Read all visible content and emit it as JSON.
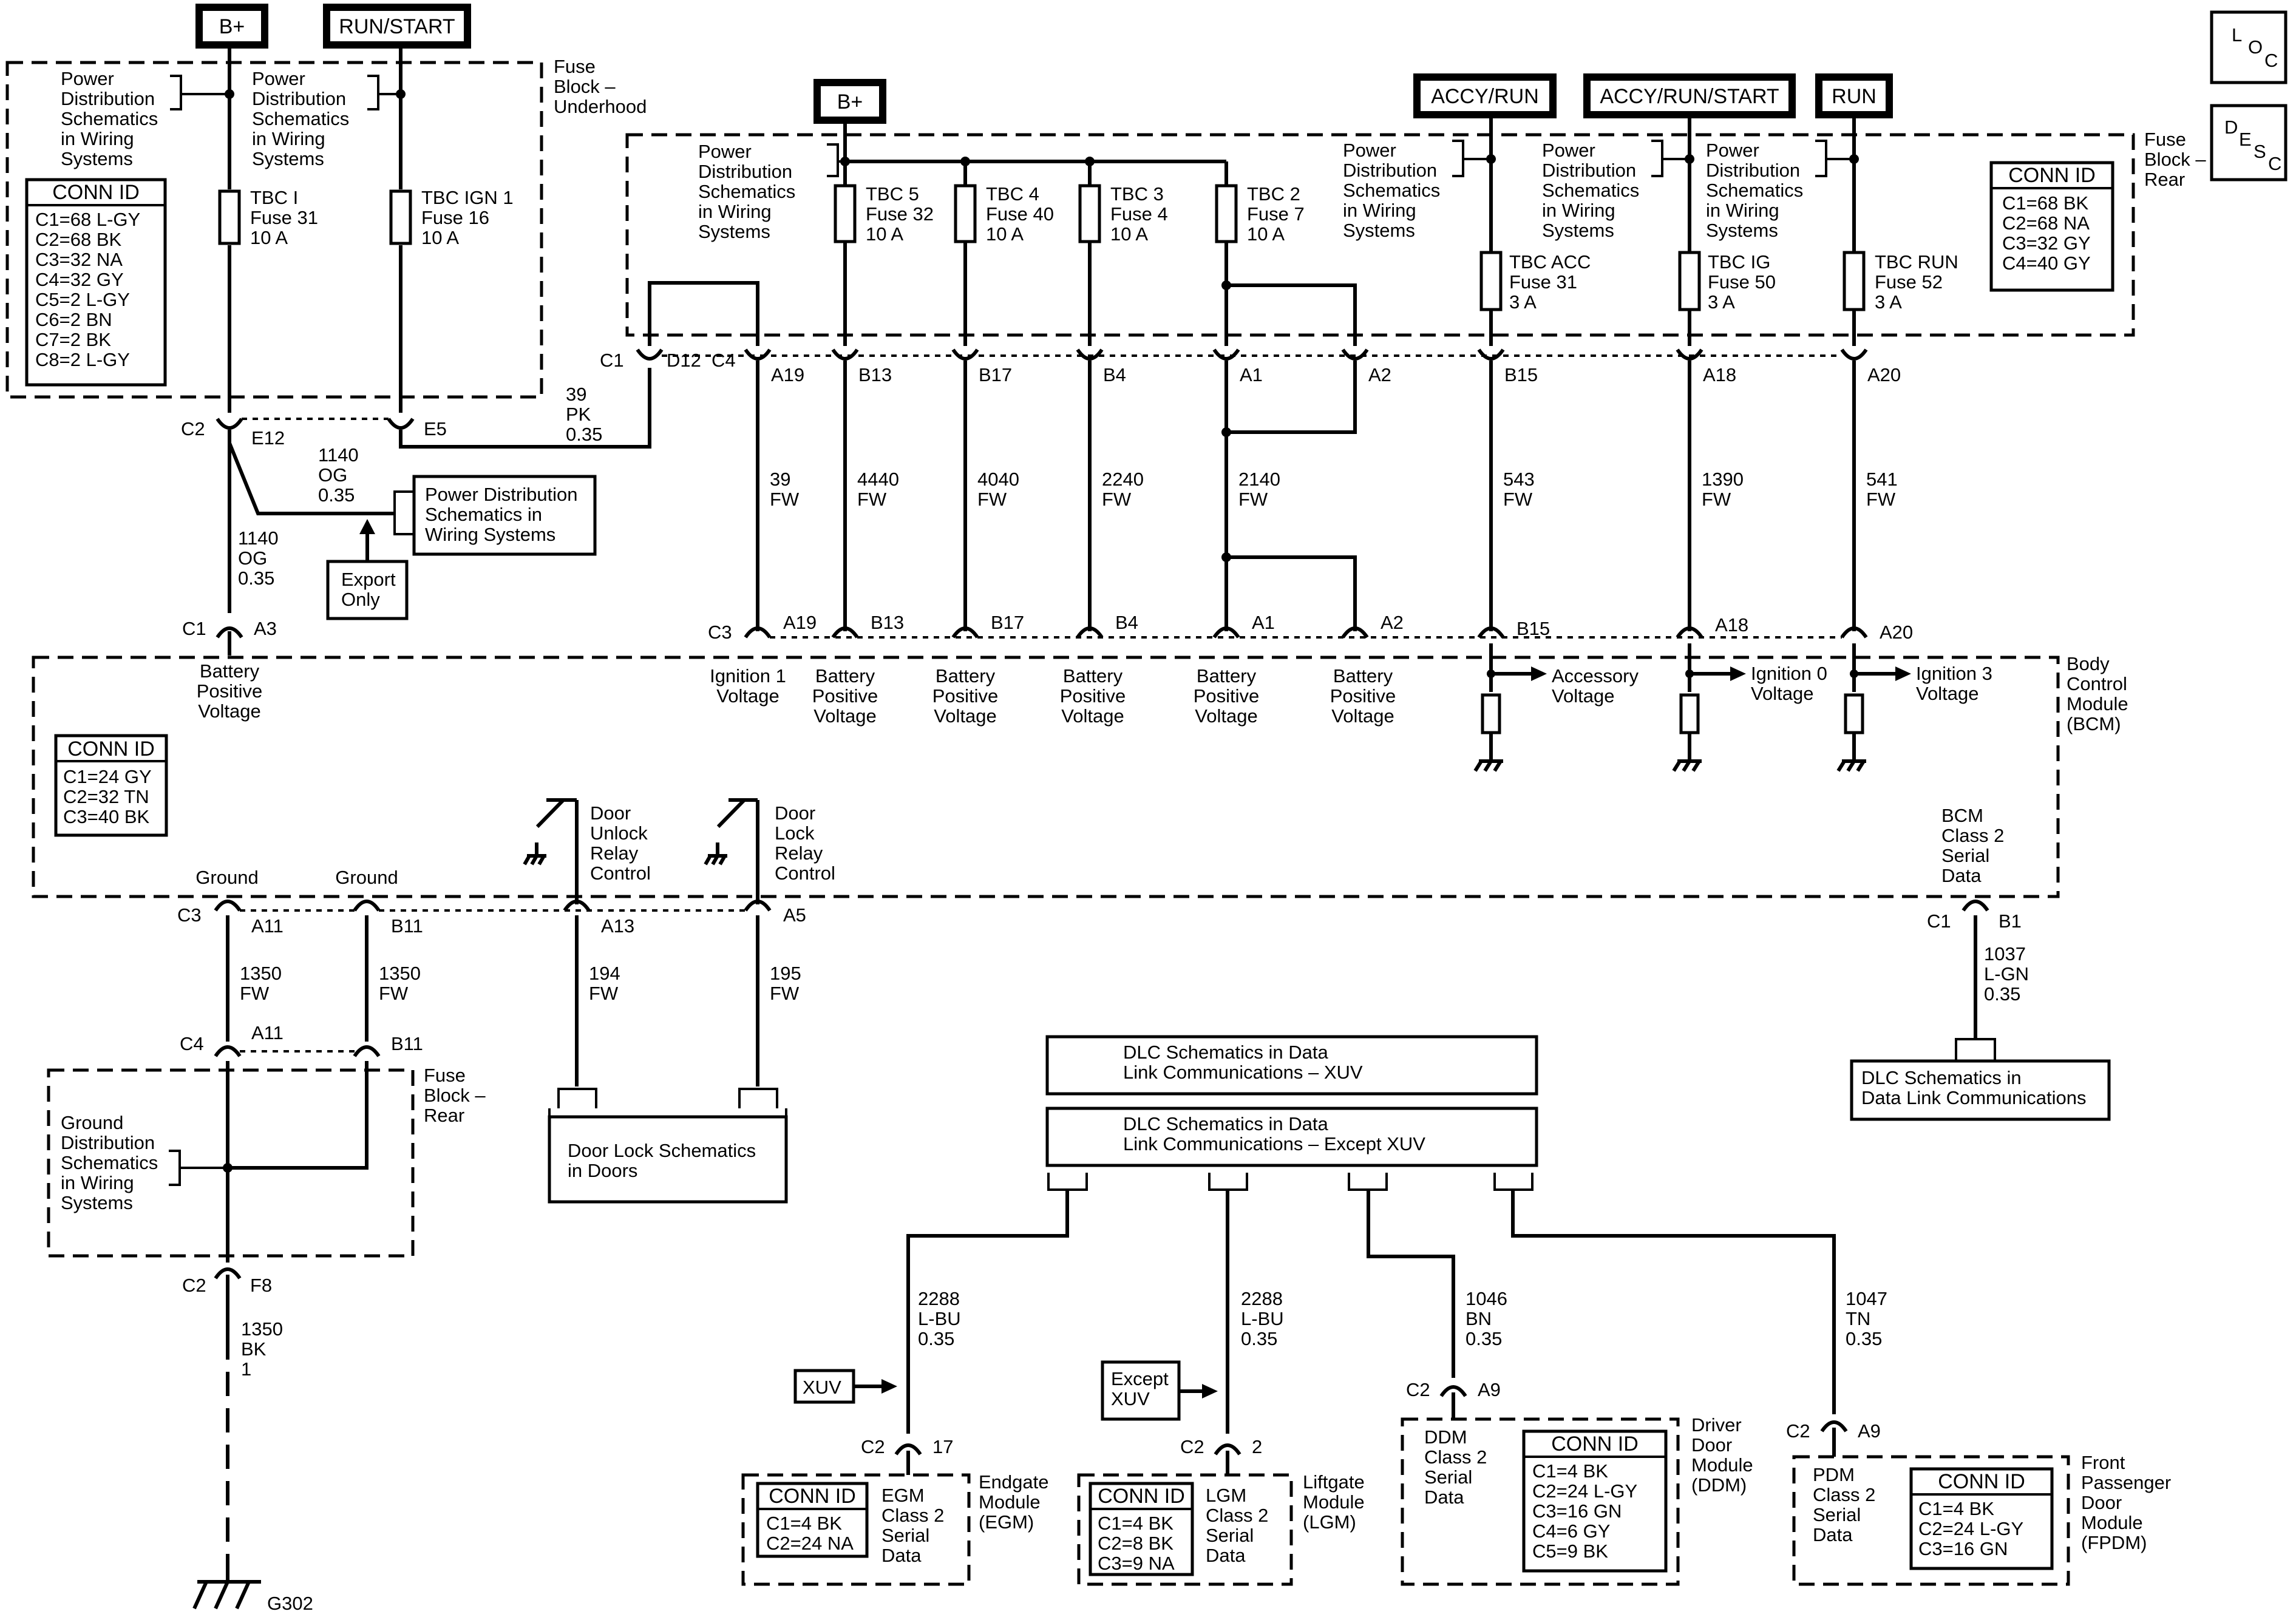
{
  "sources": {
    "b_plus_left": "B+",
    "run_start": "RUN/START",
    "b_plus_center": "B+",
    "accy_run": "ACCY/RUN",
    "accy_run_start": "ACCY/RUN/START",
    "run": "RUN"
  },
  "legend": {
    "loc_letters": [
      "L",
      "O",
      "C"
    ],
    "desc_letters": [
      "D",
      "E",
      "S",
      "C"
    ]
  },
  "fuse_block_underhood": {
    "title": [
      "Fuse",
      "Block –",
      "Underhood"
    ],
    "pd_ref_1": [
      "Power",
      "Distribution",
      "Schematics",
      "in Wiring",
      "Systems"
    ],
    "pd_ref_2": [
      "Power",
      "Distribution",
      "Schematics",
      "in Wiring",
      "Systems"
    ],
    "fuse_1": [
      "TBC I",
      "Fuse 31",
      "10 A"
    ],
    "fuse_2": [
      "TBC IGN 1",
      "Fuse 16",
      "10 A"
    ],
    "conn_title": "CONN ID",
    "conn_rows": [
      "C1=68 L-GY",
      "C2=68 BK",
      "C3=32 NA",
      "C4=32 GY",
      "C5=2 L-GY",
      "C6=2 BN",
      "C7=2 BK",
      "C8=2 L-GY"
    ]
  },
  "fuse_block_rear": {
    "title": [
      "Fuse",
      "Block –",
      "Rear"
    ],
    "pd_ref_a": [
      "Power",
      "Distribution",
      "Schematics",
      "in Wiring",
      "Systems"
    ],
    "pd_ref_b": [
      "Power",
      "Distribution",
      "Schematics",
      "in Wiring",
      "Systems"
    ],
    "pd_ref_c": [
      "Power",
      "Distribution",
      "Schematics",
      "in Wiring",
      "Systems"
    ],
    "pd_ref_d": [
      "Power",
      "Distribution",
      "Schematics",
      "in Wiring",
      "Systems"
    ],
    "fuses": [
      [
        "TBC 5",
        "Fuse 32",
        "10 A"
      ],
      [
        "TBC 4",
        "Fuse 40",
        "10 A"
      ],
      [
        "TBC 3",
        "Fuse 4",
        "10 A"
      ],
      [
        "TBC 2",
        "Fuse 7",
        "10 A"
      ],
      [
        "TBC ACC",
        "Fuse 31",
        "3 A"
      ],
      [
        "TBC IG",
        "Fuse 50",
        "3 A"
      ],
      [
        "TBC RUN",
        "Fuse 52",
        "3 A"
      ]
    ],
    "conn_title": "CONN ID",
    "conn_rows": [
      "C1=68 BK",
      "C2=68 NA",
      "C3=32 GY",
      "C4=40 GY"
    ]
  },
  "connectors_top": {
    "c2": "C2",
    "e12": "E12",
    "e5": "E5",
    "c1": "C1",
    "d12": "D12",
    "c4": "C4",
    "pins": [
      "A19",
      "B13",
      "B17",
      "B4",
      "A1",
      "A2",
      "B15",
      "A18",
      "A20"
    ]
  },
  "wires_mid": {
    "w39pk": [
      "39",
      "PK",
      "0.35"
    ],
    "w1140a": [
      "1140",
      "OG",
      "0.35"
    ],
    "w1140b": [
      "1140",
      "OG",
      "0.35"
    ],
    "circuits": [
      [
        "39",
        "FW"
      ],
      [
        "4440",
        "FW"
      ],
      [
        "4040",
        "FW"
      ],
      [
        "2240",
        "FW"
      ],
      [
        "2140",
        "FW"
      ],
      [
        "543",
        "FW"
      ],
      [
        "1390",
        "FW"
      ],
      [
        "541",
        "FW"
      ]
    ]
  },
  "pd_box_mid": [
    "Power Distribution",
    "Schematics in",
    "Wiring Systems"
  ],
  "export_only": [
    "Export",
    "Only"
  ],
  "bcm_top": {
    "c1": "C1",
    "a3": "A3",
    "c3": "C3",
    "pins": [
      "A19",
      "B13",
      "B17",
      "B4",
      "A1",
      "A2",
      "B15",
      "A18",
      "A20"
    ],
    "battery_pos": [
      "Battery",
      "Positive",
      "Voltage"
    ],
    "inputs": [
      [
        "Ignition 1",
        "Voltage"
      ],
      [
        "Battery",
        "Positive",
        "Voltage"
      ],
      [
        "Battery",
        "Positive",
        "Voltage"
      ],
      [
        "Battery",
        "Positive",
        "Voltage"
      ],
      [
        "Battery",
        "Positive",
        "Voltage"
      ],
      [
        "Battery",
        "Positive",
        "Voltage"
      ]
    ],
    "accessory": [
      "Accessory",
      "Voltage"
    ],
    "ignition0": [
      "Ignition 0",
      "Voltage"
    ],
    "ignition3": [
      "Ignition 3",
      "Voltage"
    ]
  },
  "bcm": {
    "title": [
      "Body",
      "Control",
      "Module",
      "(BCM)"
    ],
    "conn_title": "CONN ID",
    "conn_rows": [
      "C1=24 GY",
      "C2=32 TN",
      "C3=40 BK"
    ],
    "ground1": "Ground",
    "ground2": "Ground",
    "unlock": [
      "Door",
      "Unlock",
      "Relay",
      "Control"
    ],
    "lock": [
      "Door",
      "Lock",
      "Relay",
      "Control"
    ],
    "class2": [
      "BCM",
      "Class 2",
      "Serial",
      "Data"
    ]
  },
  "bcm_bottom": {
    "c3": "C3",
    "a11": "A11",
    "b11": "B11",
    "a13": "A13",
    "a5": "A5",
    "c1": "C1",
    "b1": "B1",
    "w1350a": [
      "1350",
      "FW"
    ],
    "w1350b": [
      "1350",
      "FW"
    ],
    "w194": [
      "194",
      "FW"
    ],
    "w195": [
      "195",
      "FW"
    ],
    "w1037": [
      "1037",
      "L-GN",
      "0.35"
    ]
  },
  "rear_fuse": {
    "c4": "C4",
    "a11": "A11",
    "b11": "B11",
    "title": [
      "Fuse",
      "Block –",
      "Rear"
    ],
    "gd_ref": [
      "Ground",
      "Distribution",
      "Schematics",
      "in Wiring",
      "Systems"
    ],
    "c2": "C2",
    "f8": "F8",
    "w1350": [
      "1350",
      "BK",
      "1"
    ],
    "ground": "G302"
  },
  "door_lock_box": [
    "Door Lock Schematics",
    "in Doors"
  ],
  "dlc_bcm_box": [
    "DLC Schematics in",
    "Data Link Communications"
  ],
  "dlc_xuv": [
    "DLC Schematics in Data",
    "Link Communications – XUV"
  ],
  "dlc_except": [
    "DLC Schematics in Data",
    "Link Communications – Except XUV"
  ],
  "data_wires": {
    "egm_wire": [
      "2288",
      "L-BU",
      "0.35"
    ],
    "lgm_wire": [
      "2288",
      "L-BU",
      "0.35"
    ],
    "ddm_wire": [
      "1046",
      "BN",
      "0.35"
    ],
    "fpdm_wire": [
      "1047",
      "TN",
      "0.35"
    ],
    "xuv": "XUV",
    "except_xuv": [
      "Except",
      "XUV"
    ]
  },
  "modules": {
    "egm": {
      "c2": "C2",
      "pin": "17",
      "title": [
        "Endgate",
        "Module",
        "(EGM)"
      ],
      "data": [
        "EGM",
        "Class 2",
        "Serial",
        "Data"
      ],
      "conn_title": "CONN ID",
      "conn_rows": [
        "C1=4 BK",
        "C2=24 NA"
      ]
    },
    "lgm": {
      "c2": "C2",
      "pin": "2",
      "title": [
        "Liftgate",
        "Module",
        "(LGM)"
      ],
      "data": [
        "LGM",
        "Class 2",
        "Serial",
        "Data"
      ],
      "conn_title": "CONN ID",
      "conn_rows": [
        "C1=4 BK",
        "C2=8 BK",
        "C3=9 NA"
      ]
    },
    "ddm": {
      "c2": "C2",
      "pin": "A9",
      "title": [
        "Driver",
        "Door",
        "Module",
        "(DDM)"
      ],
      "data": [
        "DDM",
        "Class 2",
        "Serial",
        "Data"
      ],
      "conn_title": "CONN ID",
      "conn_rows": [
        "C1=4 BK",
        "C2=24 L-GY",
        "C3=16 GN",
        "C4=6 GY",
        "C5=9 BK"
      ]
    },
    "fpdm": {
      "c2": "C2",
      "pin": "A9",
      "title": [
        "Front",
        "Passenger",
        "Door",
        "Module",
        "(FPDM)"
      ],
      "data": [
        "PDM",
        "Class 2",
        "Serial",
        "Data"
      ],
      "conn_title": "CONN ID",
      "conn_rows": [
        "C1=4 BK",
        "C2=24 L-GY",
        "C3=16 GN"
      ]
    }
  }
}
